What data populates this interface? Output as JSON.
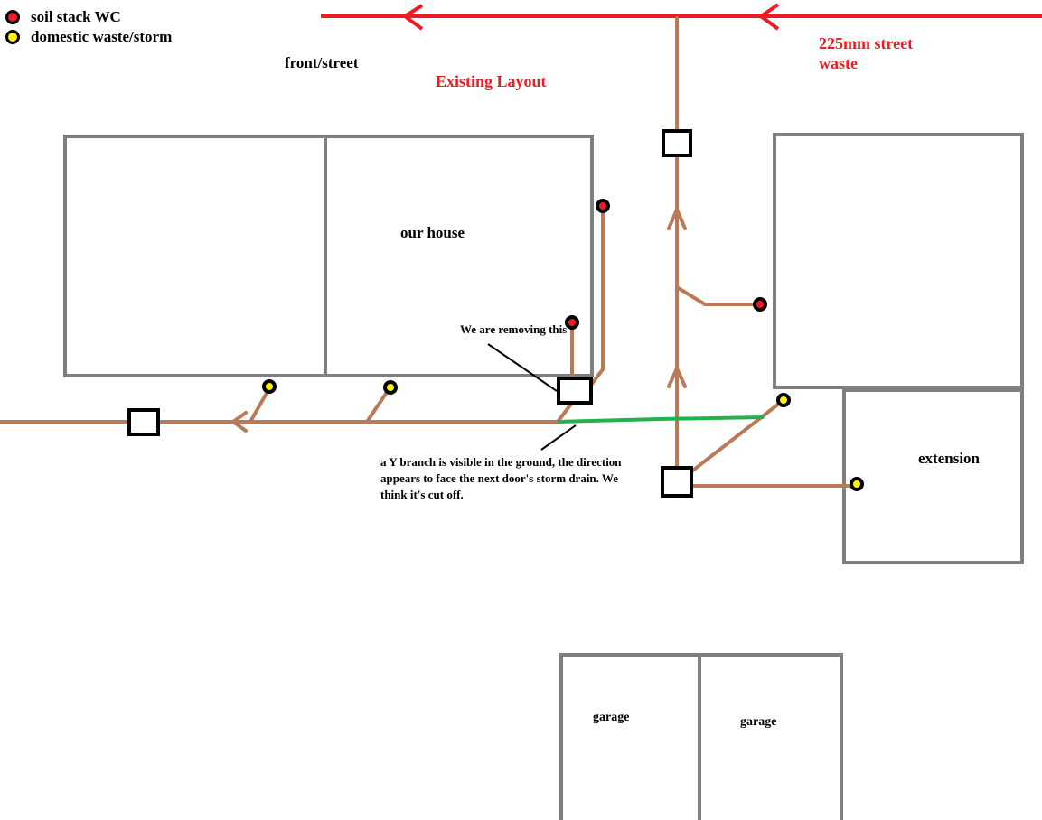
{
  "legend": {
    "soil_stack": "soil stack WC",
    "domestic_waste": "domestic waste/storm"
  },
  "labels": {
    "front_street": "front/street",
    "existing_layout": "Existing Layout",
    "street_waste": "225mm street waste",
    "our_house": "our house",
    "removing_note": "We are removing this",
    "extension": "extension",
    "garage_left": "garage",
    "garage_right": "garage",
    "y_branch_note": "a Y branch is visible in the ground, the direction appears to face the next door's storm drain. We think it's cut off."
  },
  "colors": {
    "street_pipe": "#ed1c24",
    "drain_pipe": "#b97a57",
    "y_branch": "#22b14c",
    "walls": "#7f7f7f",
    "soil_stack_dot": "#ed1c24",
    "waste_dot": "#fff200"
  }
}
